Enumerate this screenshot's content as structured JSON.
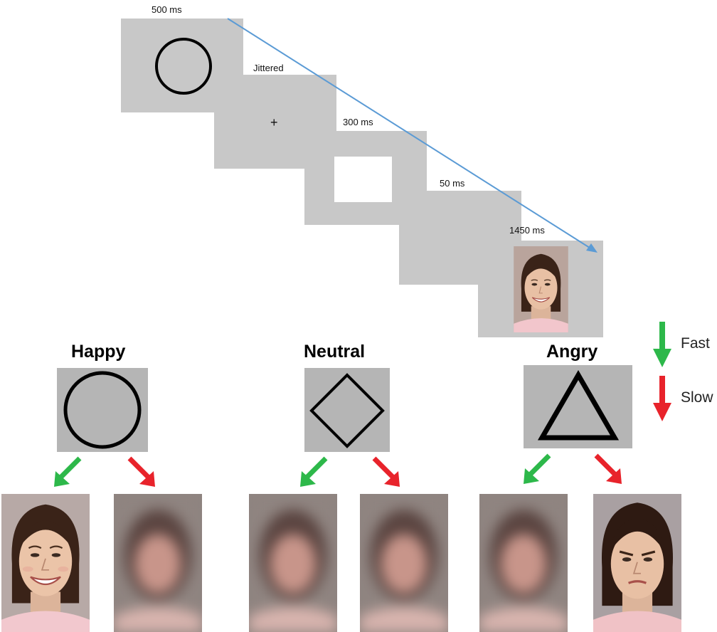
{
  "timeline": {
    "steps": [
      {
        "timing": "500 ms",
        "stimulus": "circle"
      },
      {
        "timing": "Jittered",
        "stimulus": "fixation-cross"
      },
      {
        "timing": "300 ms",
        "stimulus": "white-rectangle"
      },
      {
        "timing": "50 ms",
        "stimulus": "blank"
      },
      {
        "timing": "1450 ms",
        "stimulus": "face-happy"
      }
    ],
    "fixation_symbol": "+"
  },
  "conditions": [
    {
      "label": "Happy",
      "shape": "circle",
      "fast_face": "happy",
      "slow_face": "blurred"
    },
    {
      "label": "Neutral",
      "shape": "diamond",
      "fast_face": "blurred",
      "slow_face": "blurred"
    },
    {
      "label": "Angry",
      "shape": "triangle",
      "fast_face": "blurred",
      "slow_face": "angry"
    }
  ],
  "legend": {
    "fast_label": "Fast",
    "slow_label": "Slow",
    "fast_color": "#2db84a",
    "slow_color": "#e8232b"
  },
  "colors": {
    "screen_gray": "#c8c8c8",
    "timeline_arrow": "#5b9bd5"
  }
}
